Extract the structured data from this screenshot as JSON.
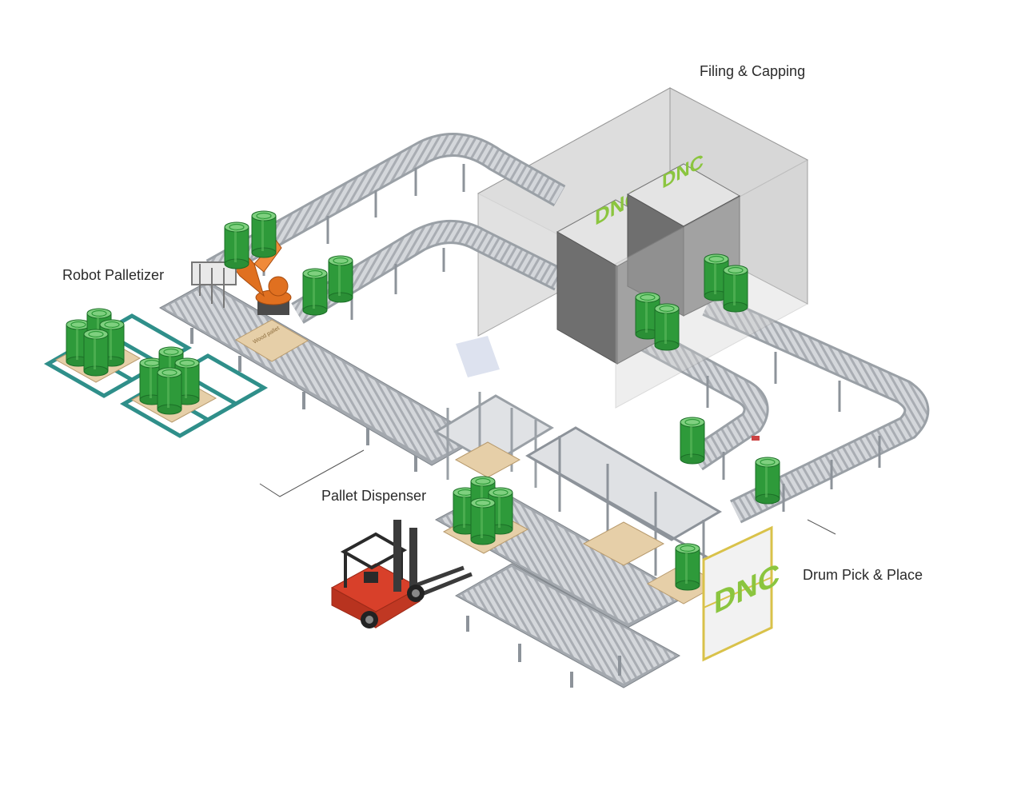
{
  "labels": {
    "filling_capping": "Filing & Capping",
    "robot_palletizer": "Robot Palletizer",
    "pallet_dispenser": "Pallet Dispenser",
    "drum_pick_place": "Drum Pick & Place"
  },
  "pallet_text": "Wood pallet",
  "logo_text": "DNC",
  "colors": {
    "drum_green": "#2e9a3a",
    "drum_top": "#7fd07f",
    "robot_orange": "#e07020",
    "frame_teal": "#2f8f8a",
    "roller_grey": "#c9ccd0",
    "enclosure": "#bdbdbd",
    "machine_dark": "#6e6e6e",
    "pallet_wood": "#e6cfa8",
    "forklift_red": "#d8402a",
    "fence_yellow": "#d9c24a",
    "logo_green": "#8bc53f"
  }
}
